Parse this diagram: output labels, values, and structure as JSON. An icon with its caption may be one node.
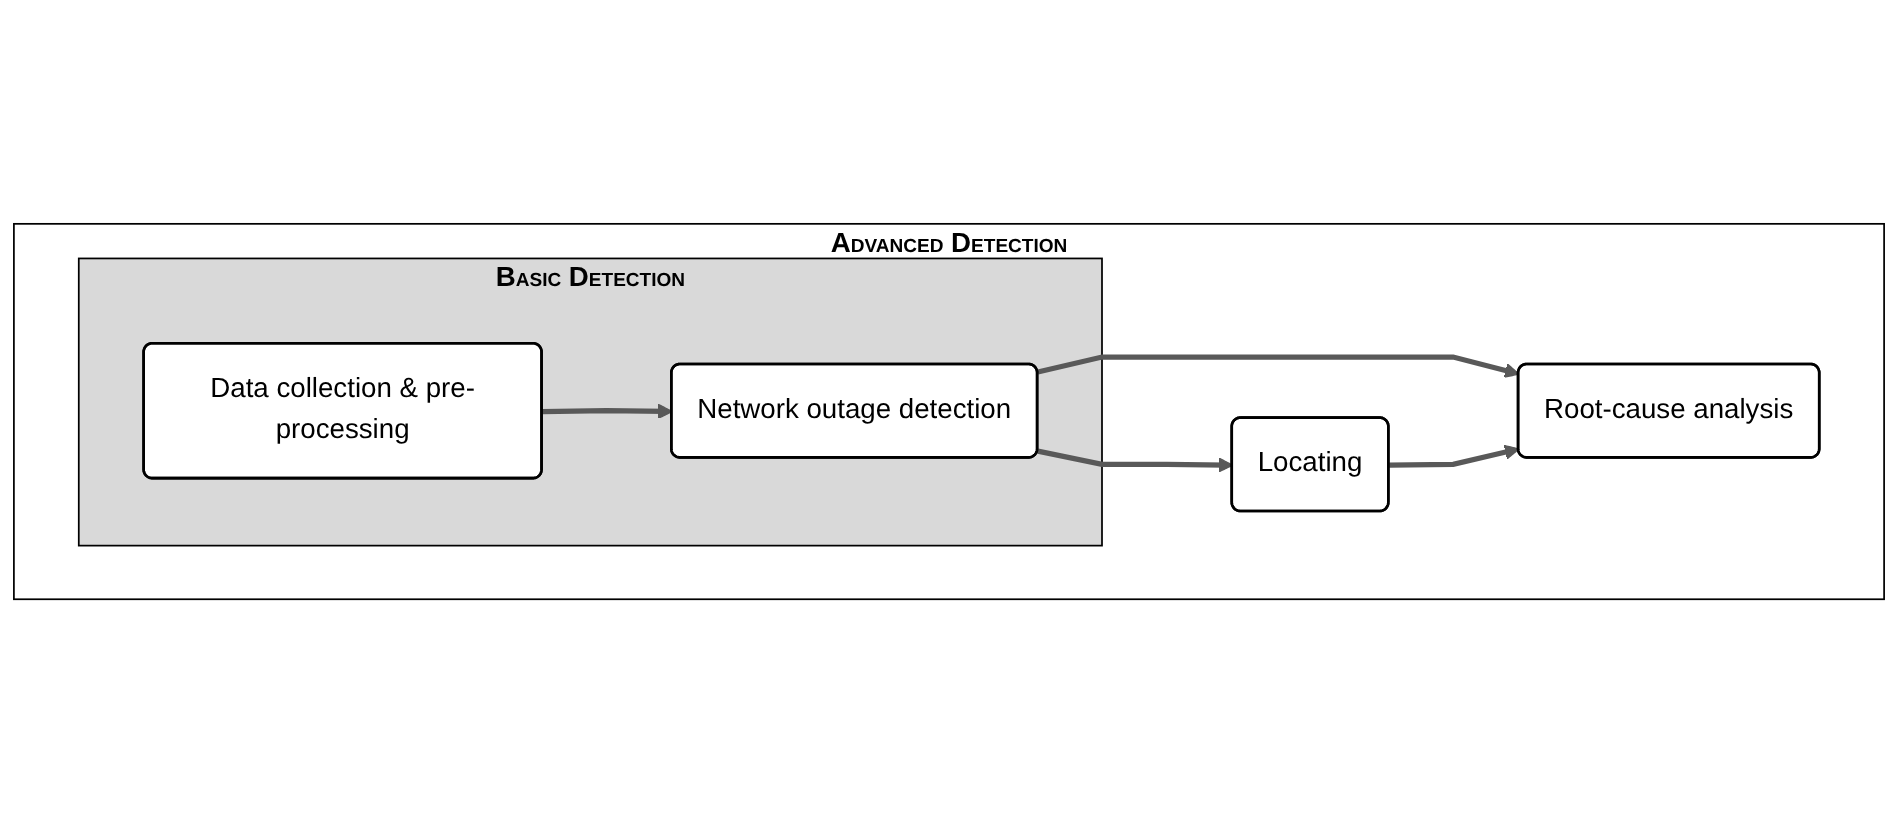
{
  "diagram": {
    "nodes": [
      {
        "text": [
          "Advanced Detection"
        ]
      },
      {
        "text": [
          "Basic Detection"
        ],
        "in": 0
      },
      {
        "text": [
          "Data collection & pre-processing"
        ],
        "in": 1
      },
      {
        "text": [
          "Network outage detection"
        ],
        "in": 1
      },
      {
        "text": [
          "Locating"
        ],
        "in": 0
      },
      {
        "text": [
          "Root-cause analysis"
        ],
        "in": 0
      }
    ],
    "edges": [
      {
        "from": 2,
        "to": 3,
        "arrow": "to"
      },
      {
        "from": 3,
        "to": 4,
        "arrow": "to"
      },
      {
        "from": 3,
        "to": 5,
        "arrow": "to"
      },
      {
        "from": 4,
        "to": 5,
        "arrow": "to"
      }
    ]
  }
}
